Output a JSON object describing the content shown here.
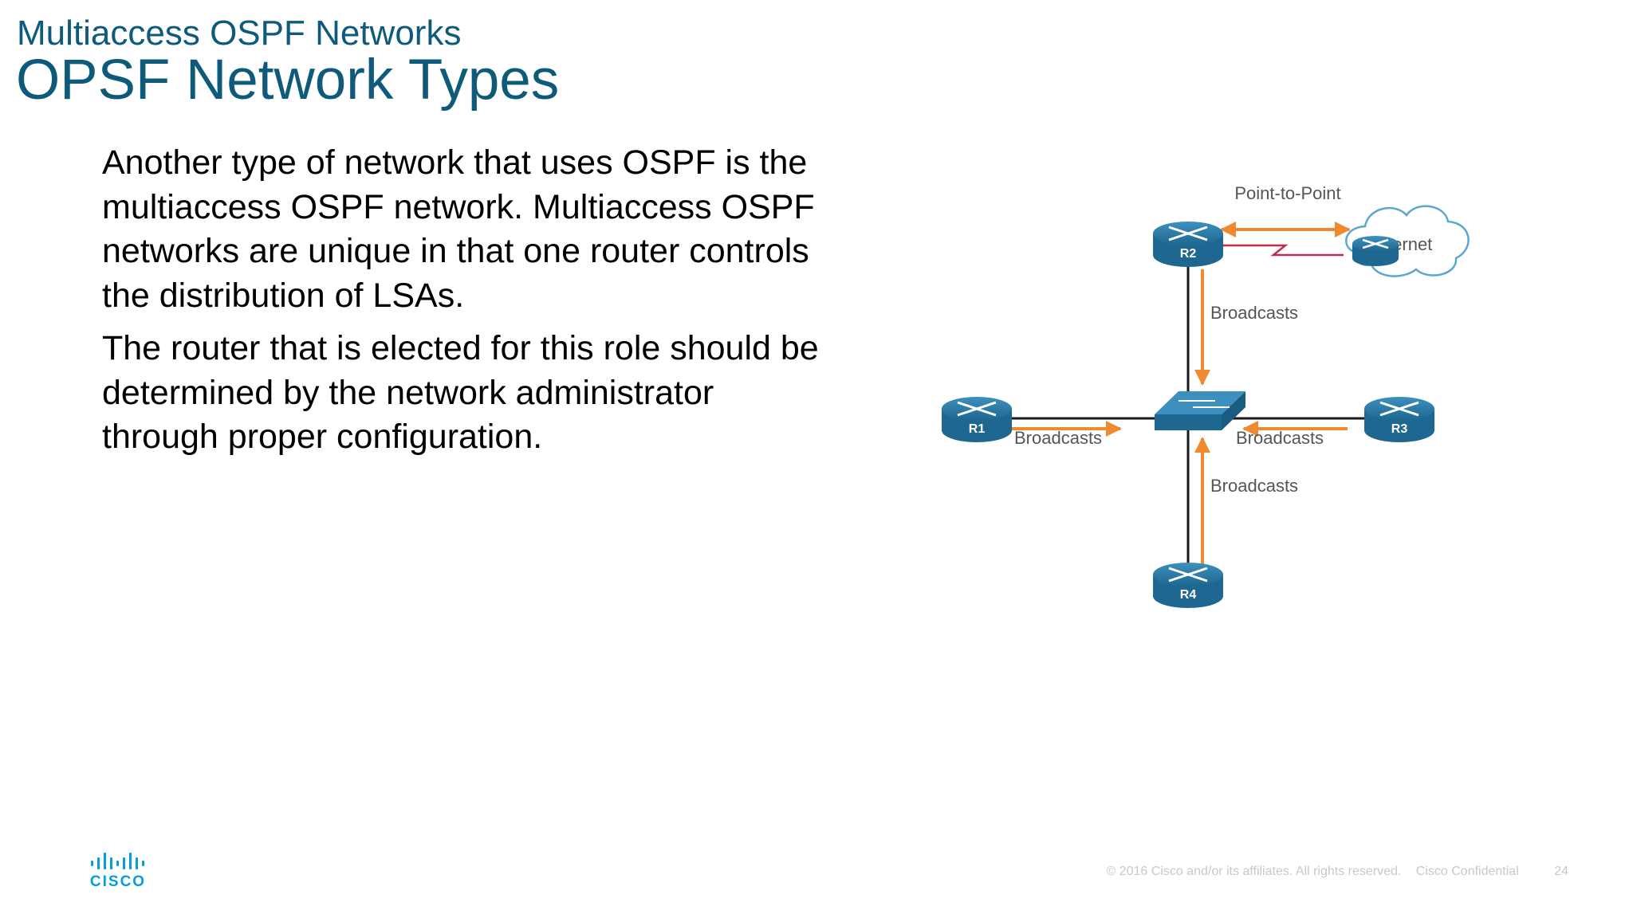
{
  "slide": {
    "subtitle": "Multiaccess OSPF Networks",
    "title": "OPSF Network Types"
  },
  "body": {
    "paragraphs": [
      "Another type of network that uses OSPF is the multiaccess OSPF network. Multiaccess OSPF networks are unique in that one router controls the distribution of LSAs.",
      "The router that is elected for this role should be determined by the network administrator through proper configuration."
    ]
  },
  "diagram": {
    "routers": [
      "R1",
      "R2",
      "R3",
      "R4"
    ],
    "point_to_point_label": "Point-to-Point",
    "internet_label": "Internet",
    "broadcast_labels": [
      "Broadcasts",
      "Broadcasts",
      "Broadcasts",
      "Broadcasts"
    ],
    "colors": {
      "router": "#2a7ba6",
      "switch": "#2a7ba6",
      "arrow": "#f08a30",
      "serial_link": "#c42a4a",
      "link": "#1a1a1a"
    }
  },
  "footer": {
    "copyright": "© 2016  Cisco and/or its affiliates. All rights reserved.",
    "confidential": "Cisco Confidential",
    "page_number": "24"
  },
  "logo": {
    "text": "CISCO",
    "color": "#049fd9"
  }
}
